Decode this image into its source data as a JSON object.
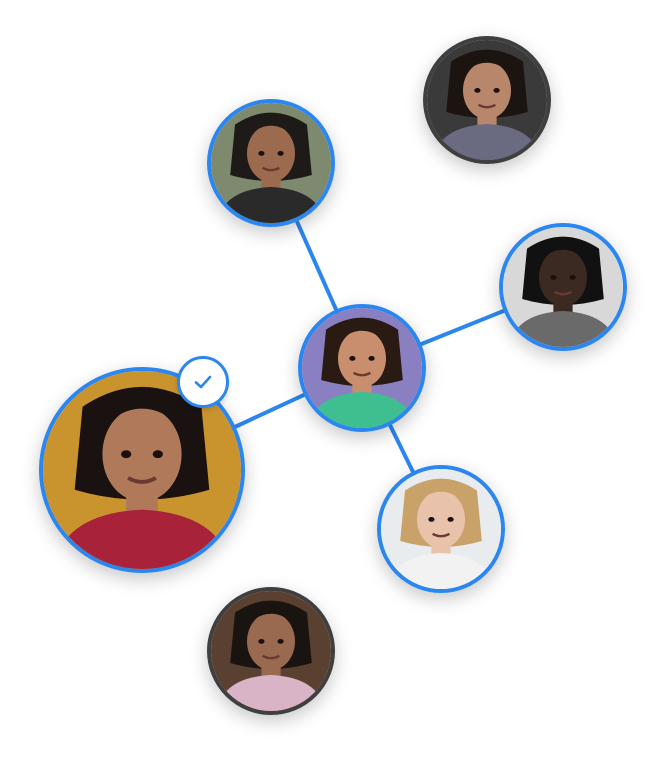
{
  "colors": {
    "connection_line": "#2b86f0",
    "connected_ring": "#2b86f0",
    "unconnected_ring": "#3f3f3f",
    "badge_check": "#2b86f0"
  },
  "nodes": [
    {
      "id": "center",
      "connected": true,
      "selected": false,
      "skin": "#c98e6e",
      "hair": "#2a1a14",
      "bg": "#8a7fc0",
      "shirt": "#3fbf8f"
    },
    {
      "id": "top-left",
      "connected": true,
      "selected": false,
      "skin": "#9c6a4e",
      "hair": "#1e1a18",
      "bg": "#7d8a6e",
      "shirt": "#2a2a2a"
    },
    {
      "id": "right",
      "connected": true,
      "selected": false,
      "skin": "#3a2a22",
      "hair": "#111111",
      "bg": "#d8d8d8",
      "shirt": "#6a6a6a"
    },
    {
      "id": "left-large",
      "connected": true,
      "selected": true,
      "skin": "#b07a5a",
      "hair": "#1a1210",
      "bg": "#c9942e",
      "shirt": "#a8233a"
    },
    {
      "id": "bottom-right",
      "connected": true,
      "selected": false,
      "skin": "#e8c2aa",
      "hair": "#c9a26a",
      "bg": "#e9ecef",
      "shirt": "#f2f2f2"
    },
    {
      "id": "top-right",
      "connected": false,
      "selected": false,
      "skin": "#b8866a",
      "hair": "#1c1410",
      "bg": "#3a3a3a",
      "shirt": "#6a6a80"
    },
    {
      "id": "bottom",
      "connected": false,
      "selected": false,
      "skin": "#9a6a50",
      "hair": "#1a1410",
      "bg": "#5a4030",
      "shirt": "#d9b4c6"
    }
  ],
  "edges": [
    {
      "from": "center",
      "to": "top-left"
    },
    {
      "from": "center",
      "to": "right"
    },
    {
      "from": "center",
      "to": "left-large"
    },
    {
      "from": "center",
      "to": "bottom-right"
    }
  ]
}
